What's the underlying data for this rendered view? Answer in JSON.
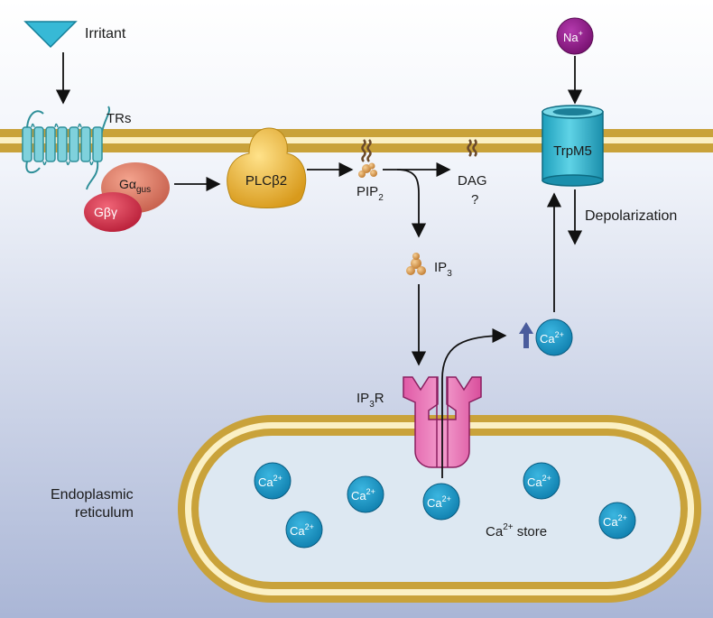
{
  "colors": {
    "bg_top": "#ffffff",
    "bg_bottom": "#aab6d6",
    "membrane": "#c9a23a",
    "membrane_inner": "#fbf0c4",
    "receptor": "#7fd1dc",
    "g_alpha": "#de7a63",
    "g_beta_gamma": "#d9344f",
    "plc": "#e9b42c",
    "sodium": "#8f1b8a",
    "calcium": "#1c96c6",
    "trpm5": "#3ec0d8",
    "ip3r": "#ec77b8",
    "er_lumen": "#dde8f2",
    "up_arrow": "#4a5c9c"
  },
  "labels": {
    "irritant": "Irritant",
    "trs": "TRs",
    "g_alpha": "Gα",
    "g_alpha_sub": "gus",
    "g_beta_gamma": "Gβγ",
    "plc": "PLCβ2",
    "pip2": "PIP",
    "pip2_sub": "2",
    "dag": "DAG",
    "dag_question": "?",
    "ip3": "IP",
    "ip3_sub": "3",
    "ip3r": "IP",
    "ip3r_sub": "3",
    "ip3r_suffix": "R",
    "trpm5": "TrpM5",
    "depolarization": "Depolarization",
    "na": "Na",
    "na_sup": "+",
    "ca": "Ca",
    "ca_sup": "2+",
    "er_line1": "Endoplasmic",
    "er_line2": "reticulum",
    "store_prefix": "Ca",
    "store_sup": "2+",
    "store_suffix": " store"
  }
}
